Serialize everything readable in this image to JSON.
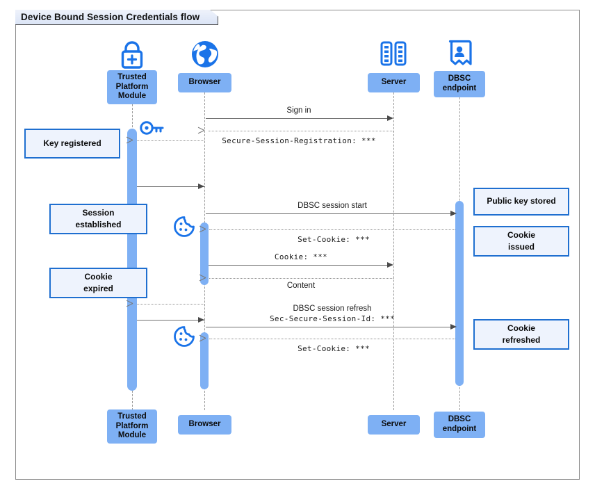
{
  "diagram": {
    "title": "Device Bound Session Credentials flow",
    "type": "sequence-diagram",
    "colors": {
      "participant_fill": "#7eb0f4",
      "note_fill": "#eef3fd",
      "note_border": "#1f6fd0",
      "icon_blue": "#1a73e8",
      "lifeline": "#9a9a9a",
      "frame_border": "#8a8a8a"
    },
    "participants": [
      {
        "id": "tpm",
        "label": "Trusted\nPlatform\nModule",
        "icon": "padlock-plus-icon"
      },
      {
        "id": "browser",
        "label": "Browser",
        "icon": "globe-icon"
      },
      {
        "id": "server",
        "label": "Server",
        "icon": "server-rack-icon"
      },
      {
        "id": "dbsc",
        "label": "DBSC\nendpoint",
        "icon": "id-badge-icon"
      }
    ],
    "messages": [
      {
        "id": "m1",
        "from": "browser",
        "to": "server",
        "style": "solid",
        "label": "Sign in",
        "mono": false
      },
      {
        "id": "m2",
        "from": "server",
        "to": "browser",
        "style": "dotted",
        "label": "Secure-Session-Registration: ***",
        "mono": true
      },
      {
        "id": "m3",
        "from": "browser",
        "to": "tpm",
        "style": "dotted",
        "label": "",
        "mono": false
      },
      {
        "id": "m4",
        "from": "tpm",
        "to": "browser",
        "style": "solid",
        "label": "",
        "mono": false
      },
      {
        "id": "m5",
        "from": "browser",
        "to": "dbsc",
        "style": "solid",
        "label": "DBSC session start",
        "mono": false
      },
      {
        "id": "m6",
        "from": "dbsc",
        "to": "browser",
        "style": "dotted",
        "label": "Set-Cookie: ***",
        "mono": true
      },
      {
        "id": "m7",
        "from": "browser",
        "to": "server",
        "style": "solid",
        "label": "Cookie: ***",
        "mono": true
      },
      {
        "id": "m8",
        "from": "server",
        "to": "browser",
        "style": "dotted",
        "label": "Content",
        "mono": false
      },
      {
        "id": "m9",
        "from": "browser",
        "to": "tpm",
        "style": "dotted",
        "label": "",
        "mono": false
      },
      {
        "id": "m10",
        "from": "tpm",
        "to": "browser",
        "style": "solid",
        "label": "",
        "mono": false
      },
      {
        "id": "m11",
        "from": "browser",
        "to": "dbsc",
        "style": "solid",
        "label": "DBSC session refresh",
        "label2": "Sec-Secure-Session-Id: ***",
        "mono": false
      },
      {
        "id": "m12",
        "from": "dbsc",
        "to": "browser",
        "style": "dotted",
        "label": "Set-Cookie: ***",
        "mono": true
      }
    ],
    "notes": [
      {
        "id": "n1",
        "text": "Key registered",
        "side": "left",
        "anchor": "tpm"
      },
      {
        "id": "n2",
        "text": "Session\nestablished",
        "side": "left",
        "anchor": "tpm"
      },
      {
        "id": "n3",
        "text": "Cookie\nexpired",
        "side": "left",
        "anchor": "tpm"
      },
      {
        "id": "n4",
        "text": "Public key stored",
        "side": "right",
        "anchor": "dbsc"
      },
      {
        "id": "n5",
        "text": "Cookie\nissued",
        "side": "right",
        "anchor": "dbsc"
      },
      {
        "id": "n6",
        "text": "Cookie\nrefreshed",
        "side": "right",
        "anchor": "dbsc"
      }
    ],
    "badges": [
      {
        "id": "b1",
        "icon": "key-icon",
        "near": "tpm"
      },
      {
        "id": "b2",
        "icon": "cookie-icon",
        "near": "browser"
      },
      {
        "id": "b3",
        "icon": "cookie-icon",
        "near": "browser"
      }
    ]
  }
}
